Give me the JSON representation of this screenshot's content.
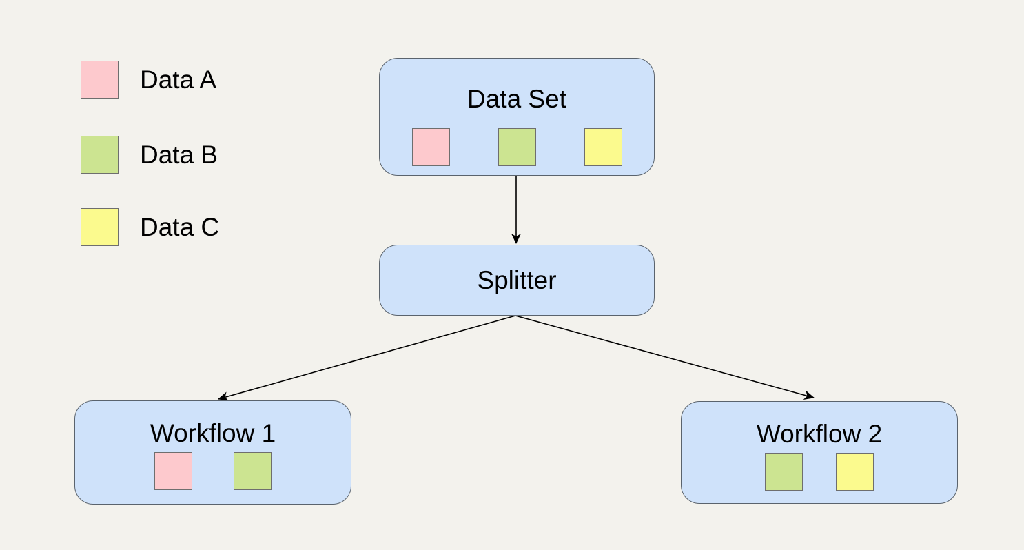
{
  "colors": {
    "background": "#f3f2ed",
    "node_fill": "#cfe2fa",
    "node_border": "#5a636d",
    "chip_border": "#6e6e6e",
    "data_a": "#fdc9cd",
    "data_b": "#cce491",
    "data_c": "#fbfa8e",
    "arrow": "#000000",
    "text": "#000000"
  },
  "legend": {
    "items": [
      {
        "id": "data-a",
        "label": "Data A",
        "color": "#fdc9cd",
        "color_key": "data_a"
      },
      {
        "id": "data-b",
        "label": "Data B",
        "color": "#cce491",
        "color_key": "data_b"
      },
      {
        "id": "data-c",
        "label": "Data C",
        "color": "#fbfa8e",
        "color_key": "data_c"
      }
    ]
  },
  "nodes": {
    "dataset": {
      "label": "Data Set",
      "chips": [
        "data_a",
        "data_b",
        "data_c"
      ]
    },
    "splitter": {
      "label": "Splitter",
      "chips": []
    },
    "workflow1": {
      "label": "Workflow 1",
      "chips": [
        "data_a",
        "data_b"
      ]
    },
    "workflow2": {
      "label": "Workflow 2",
      "chips": [
        "data_b",
        "data_c"
      ]
    }
  },
  "edges": [
    {
      "from": "Data Set",
      "to": "Splitter"
    },
    {
      "from": "Splitter",
      "to": "Workflow 1"
    },
    {
      "from": "Splitter",
      "to": "Workflow 2"
    }
  ]
}
